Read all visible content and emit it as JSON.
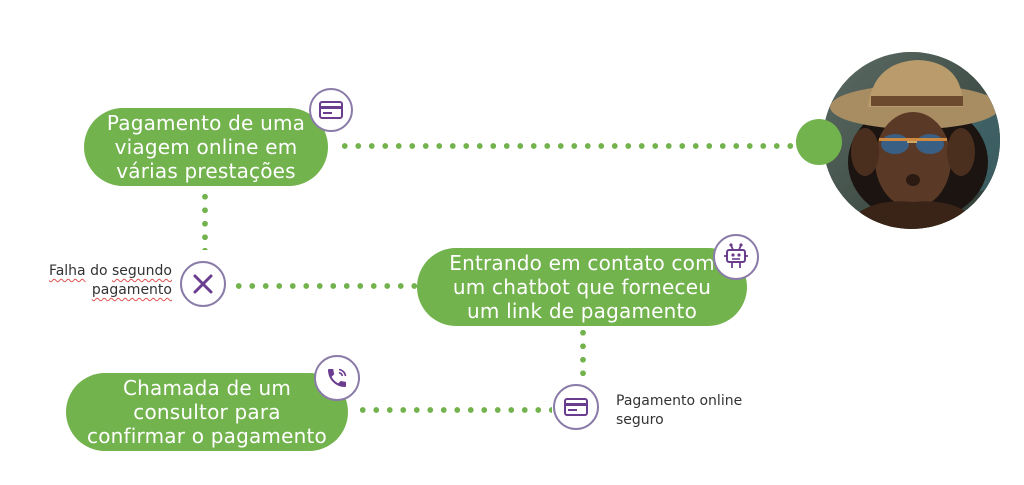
{
  "steps": {
    "step1": "Pagamento de uma viagem online em várias prestações",
    "step2": "Entrando em contato com um chatbot que forneceu um link de pagamento",
    "step3": "Chamada de um consultor para confirmar o pagamento"
  },
  "captions": {
    "fail_part1": "Falha",
    "fail_part2": " do ",
    "fail_part3": "segundo",
    "fail_part4": "pagamento",
    "secure_line1": "Pagamento online",
    "secure_line2": "seguro"
  },
  "colors": {
    "green": "#72b34e",
    "purple": "#6b3d8f",
    "ring": "#8a7ba8"
  },
  "icons": [
    "credit-card-icon",
    "close-x-icon",
    "robot-icon",
    "phone-icon",
    "credit-card-icon"
  ]
}
